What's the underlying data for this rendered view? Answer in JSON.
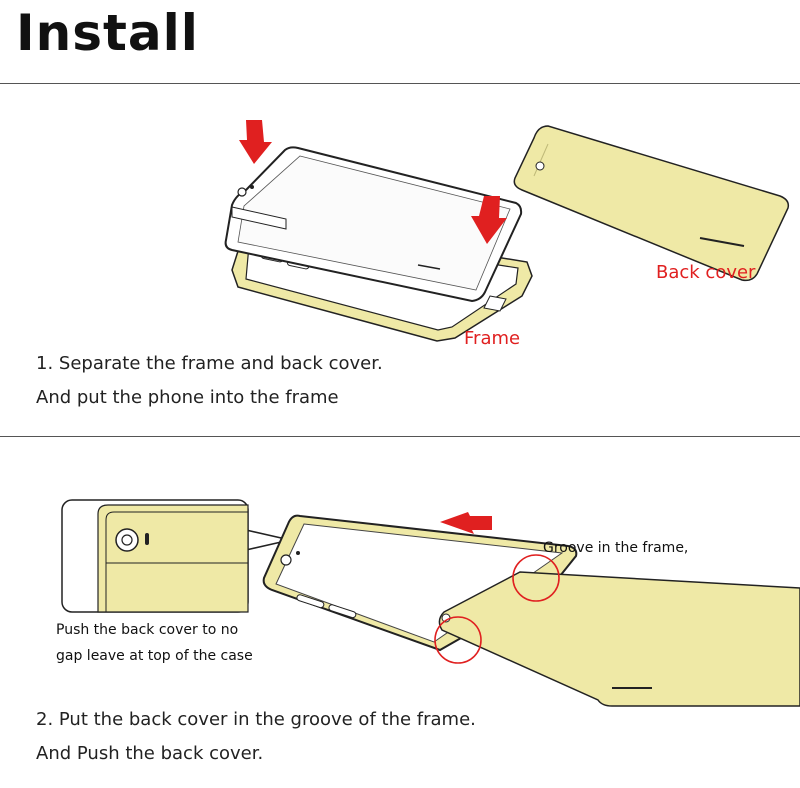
{
  "header": {
    "title": "Install"
  },
  "step1": {
    "line1": "1. Separate the frame and back cover.",
    "line2": "And put the phone into the frame",
    "labels": {
      "frame": "Frame",
      "back_cover": "Back cover"
    }
  },
  "step2": {
    "line1": "2. Put the back cover in the groove of the frame.",
    "line2": "And Push the back cover.",
    "labels": {
      "groove": "Groove in the frame,",
      "push_line1": "Push the back cover to no",
      "push_line2": "gap leave at top of the case"
    }
  },
  "colors": {
    "frame_fill": "#efe9a6",
    "arrow": "#e02020",
    "label_red": "#e02020",
    "outline": "#222222"
  }
}
